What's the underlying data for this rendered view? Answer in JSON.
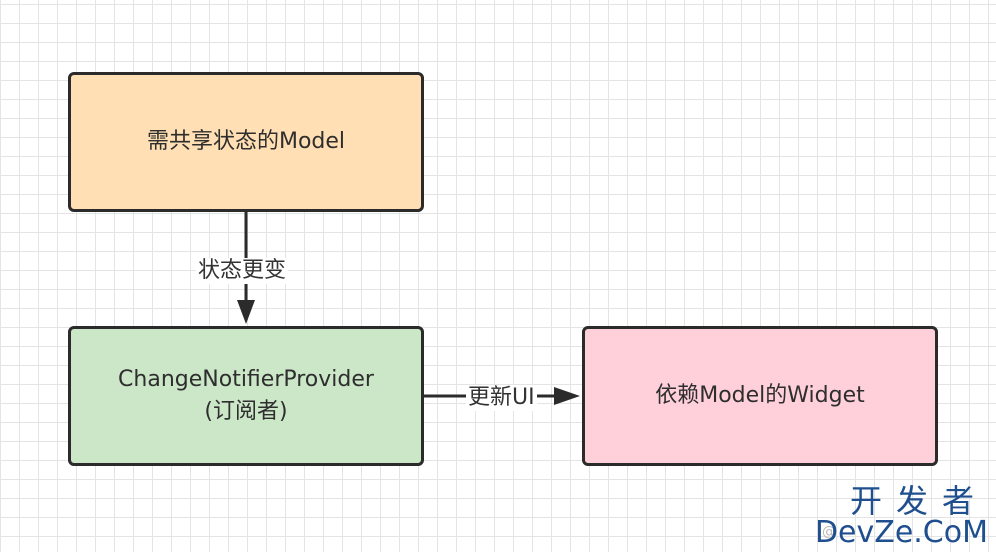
{
  "nodes": {
    "model": {
      "label": "需共享状态的Model"
    },
    "provider": {
      "line1": "ChangeNotifierProvider",
      "line2": "(订阅者)"
    },
    "widget": {
      "label": "依赖Model的Widget"
    }
  },
  "edges": {
    "state_change": {
      "label": "状态更变"
    },
    "update_ui": {
      "label": "更新UI"
    }
  },
  "watermark": {
    "top": "开发者",
    "bottom": "DevZe.CoM",
    "faint": "@"
  },
  "colors": {
    "model_fill": "#ffdfb3",
    "provider_fill": "#cce6c8",
    "widget_fill": "#ffd0da",
    "stroke": "#2b2b2b",
    "watermark": "#1f4f8f"
  }
}
